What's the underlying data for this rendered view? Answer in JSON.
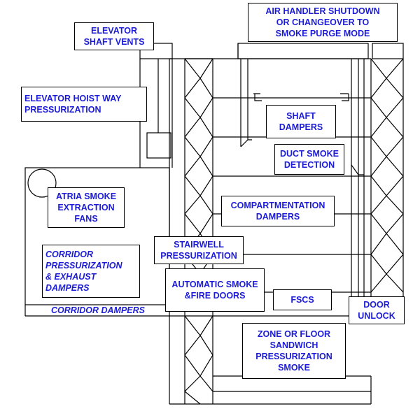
{
  "labels": {
    "air_handler": "AIR HANDLER SHUTDOWN\nOR CHANGEOVER TO\nSMOKE PURGE MODE",
    "elevator_vents": "ELEVATOR\nSHAFT VENTS",
    "elevator_hoist": "ELEVATOR HOIST WAY\nPRESSURIZATION",
    "shaft_dampers": "SHAFT\nDAMPERS",
    "duct_smoke": "DUCT SMOKE\nDETECTION",
    "atria": "ATRIA SMOKE\nEXTRACTION\nFANS",
    "compartmentation": "COMPARTMENTATION\nDAMPERS",
    "corridor_press": "CORRIDOR\nPRESSURIZATION\n& EXHAUST\nDAMPERS",
    "stairwell": "STAIRWELL\nPRESSURIZATION",
    "auto_smoke": "AUTOMATIC SMOKE\n&FIRE DOORS",
    "fscs": "FSCS",
    "door_unlock": "DOOR\nUNLOCK",
    "corridor_dampers": "CORRIDOR DAMPERS",
    "zone_floor": "ZONE OR FLOOR\nSANDWICH\nPRESSURIZATION\nSMOKE"
  },
  "colors": {
    "label_text": "#1c1cd6",
    "line": "#000000",
    "background": "#ffffff"
  }
}
